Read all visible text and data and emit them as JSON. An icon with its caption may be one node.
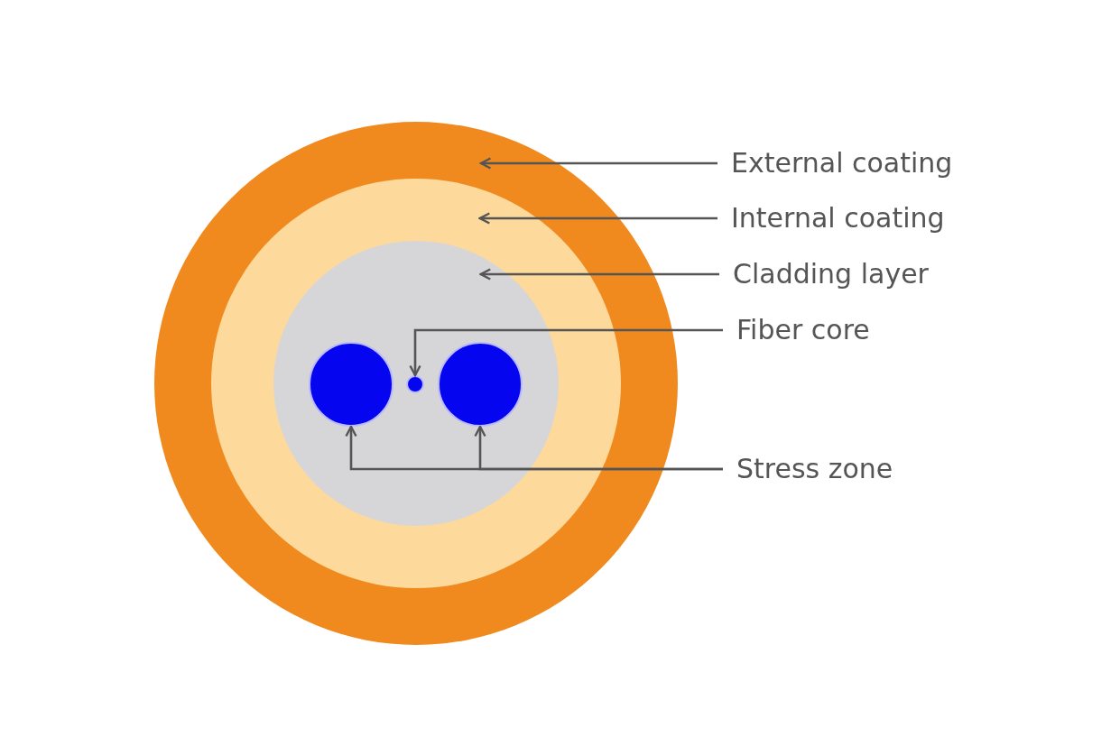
{
  "diagram": {
    "nodes": [
      {
        "text": [],
        "shape": "circle"
      },
      {
        "text": [],
        "shape": "circle",
        "in": 0
      },
      {
        "text": [],
        "shape": "circle",
        "in": 1
      },
      {
        "text": [],
        "shape": "circle",
        "in": 2
      },
      {
        "text": [],
        "shape": "circle",
        "in": 2
      },
      {
        "text": [],
        "shape": "circle",
        "in": 2
      },
      {
        "text": [
          "External coating"
        ]
      },
      {
        "text": [
          "Internal coating"
        ]
      },
      {
        "text": [
          "Cladding layer"
        ]
      },
      {
        "text": [
          "Fiber core"
        ]
      },
      {
        "text": [
          "Stress zone"
        ]
      }
    ],
    "edges": [
      {
        "from": 6,
        "to": 0,
        "arrow": "to"
      },
      {
        "from": 7,
        "to": 1,
        "arrow": "to"
      },
      {
        "from": 8,
        "to": 2,
        "arrow": "to"
      },
      {
        "from": 9,
        "to": 4,
        "arrow": "to"
      },
      {
        "from": 10,
        "to": 3,
        "arrow": "to"
      },
      {
        "from": 10,
        "to": 5,
        "arrow": "to"
      }
    ]
  }
}
